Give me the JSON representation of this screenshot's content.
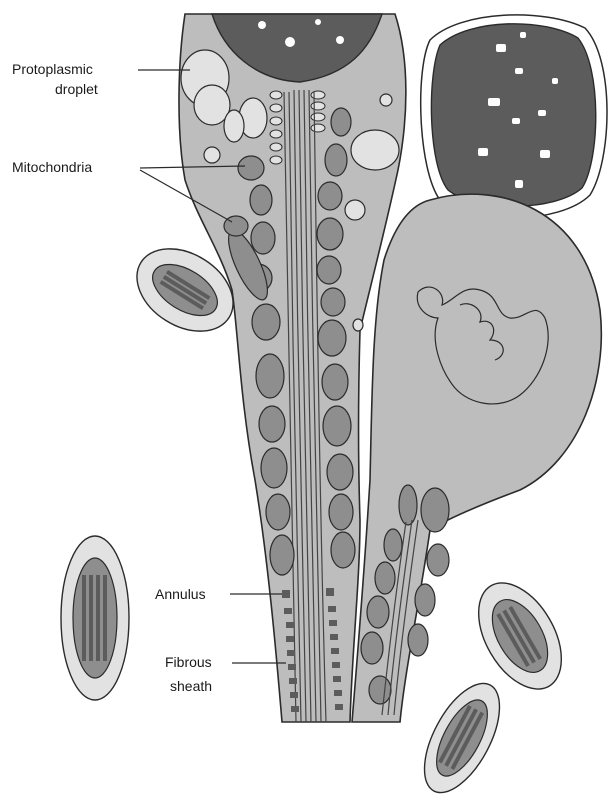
{
  "labels": {
    "protoplasmic_line1": "Protoplasmic",
    "protoplasmic_line2": "droplet",
    "mitochondria": "Mitochondria",
    "annulus": "Annulus",
    "fibrous_line1": "Fibrous",
    "fibrous_line2": "sheath"
  },
  "colors": {
    "cytoplasm": "#bdbdbd",
    "nucleus": "#5c5c5c",
    "mitochondrion": "#8e8e8e",
    "droplet": "#e2e2e2",
    "outline": "#2b2b2b"
  }
}
